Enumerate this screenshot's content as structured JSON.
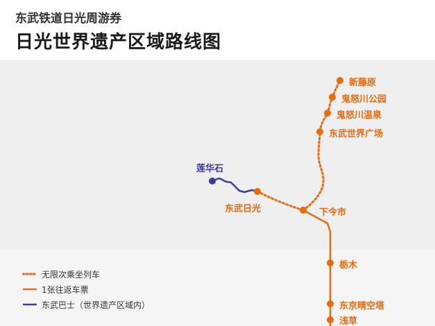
{
  "header": {
    "subtitle": "东武铁道日光周游券",
    "title": "日光世界遗产区域路线图"
  },
  "colors": {
    "orange": "#ec6a0b",
    "purple": "#3b3aa0",
    "background": "#efefef"
  },
  "stations": {
    "shinfujiwara": "新藤原",
    "kinugawa_koen": "鬼怒川公园",
    "kinugawa_onsen": "鬼怒川温泉",
    "tobu_world_square": "东武世界广场",
    "rengeseki": "莲华石",
    "tobu_nikko": "东武日光",
    "shimo_imaichi": "下今市",
    "tochigi": "栃木",
    "tokyo_skytree": "东京晴空塔",
    "asakusa": "浅草"
  },
  "legend": {
    "unlimited_trains": "无限次乘坐列车",
    "round_trip": "1张往返车票",
    "tobu_bus": "东武巴士（世界遗产区域内）"
  }
}
